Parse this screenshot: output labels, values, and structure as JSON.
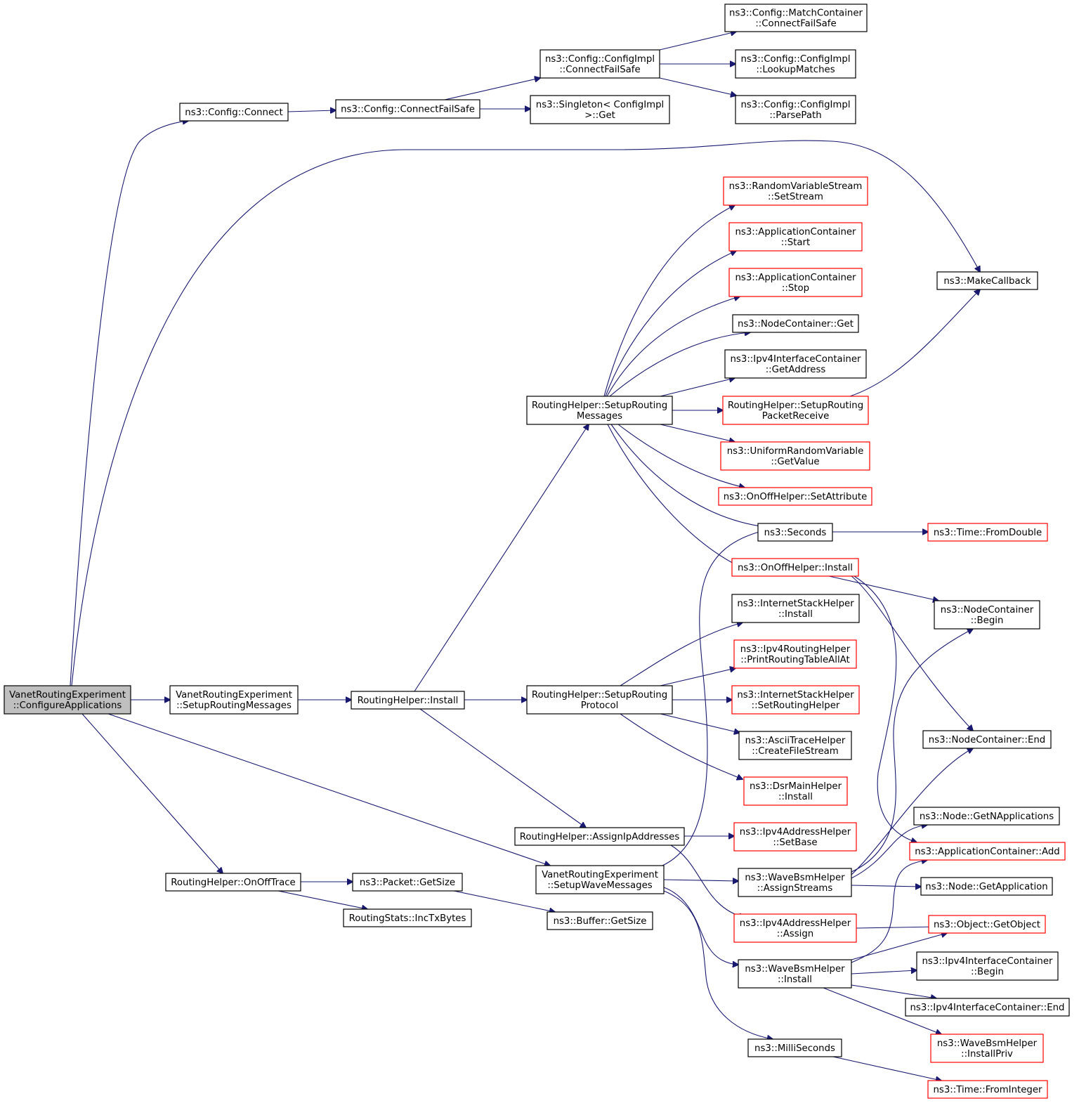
{
  "colors": {
    "edge": "#191970",
    "node_border": "#000000",
    "node_border_has_more": "#ff0000",
    "node_fill": "#ffffff",
    "root_fill": "#bfbfbf",
    "text": "#000000"
  },
  "nodes": {
    "root": {
      "lines": [
        "VanetRoutingExperiment",
        "::ConfigureApplications"
      ],
      "style": "root"
    },
    "cfg_connect": {
      "lines": [
        "ns3::Config::Connect"
      ],
      "style": "normal"
    },
    "cfg_cfs": {
      "lines": [
        "ns3::Config::ConnectFailSafe"
      ],
      "style": "normal"
    },
    "impl_cfs": {
      "lines": [
        "ns3::Config::ConfigImpl",
        "::ConnectFailSafe"
      ],
      "style": "normal"
    },
    "singleton_get": {
      "lines": [
        "ns3::Singleton< ConfigImpl",
        ">::Get"
      ],
      "style": "normal"
    },
    "match_cfs": {
      "lines": [
        "ns3::Config::MatchContainer",
        "::ConnectFailSafe"
      ],
      "style": "normal"
    },
    "lookup": {
      "lines": [
        "ns3::Config::ConfigImpl",
        "::LookupMatches"
      ],
      "style": "normal"
    },
    "parse": {
      "lines": [
        "ns3::Config::ConfigImpl",
        "::ParsePath"
      ],
      "style": "normal"
    },
    "make_cb": {
      "lines": [
        "ns3::MakeCallback"
      ],
      "style": "normal"
    },
    "rv_setstream": {
      "lines": [
        "ns3::RandomVariableStream",
        "::SetStream"
      ],
      "style": "more"
    },
    "ac_start": {
      "lines": [
        "ns3::ApplicationContainer",
        "::Start"
      ],
      "style": "more"
    },
    "ac_stop": {
      "lines": [
        "ns3::ApplicationContainer",
        "::Stop"
      ],
      "style": "more"
    },
    "nc_get": {
      "lines": [
        "ns3::NodeContainer::Get"
      ],
      "style": "normal"
    },
    "ipv4ic_getaddr": {
      "lines": [
        "ns3::Ipv4InterfaceContainer",
        "::GetAddress"
      ],
      "style": "normal"
    },
    "rh_setup_msgs": {
      "lines": [
        "RoutingHelper::SetupRouting",
        "Messages"
      ],
      "style": "normal"
    },
    "rh_pkt_recv": {
      "lines": [
        "RoutingHelper::SetupRouting",
        "PacketReceive"
      ],
      "style": "more"
    },
    "urv_getvalue": {
      "lines": [
        "ns3::UniformRandomVariable",
        "::GetValue"
      ],
      "style": "more"
    },
    "onoff_setattr": {
      "lines": [
        "ns3::OnOffHelper::SetAttribute"
      ],
      "style": "more"
    },
    "seconds": {
      "lines": [
        "ns3::Seconds"
      ],
      "style": "normal"
    },
    "time_fromdouble": {
      "lines": [
        "ns3::Time::FromDouble"
      ],
      "style": "more"
    },
    "onoff_install": {
      "lines": [
        "ns3::OnOffHelper::Install"
      ],
      "style": "more"
    },
    "nc_begin": {
      "lines": [
        "ns3::NodeContainer",
        "::Begin"
      ],
      "style": "normal"
    },
    "ish_install": {
      "lines": [
        "ns3::InternetStackHelper",
        "::Install"
      ],
      "style": "normal"
    },
    "ipv4rh_print": {
      "lines": [
        "ns3::Ipv4RoutingHelper",
        "::PrintRoutingTableAllAt"
      ],
      "style": "more"
    },
    "vre_setup_msgs": {
      "lines": [
        "VanetRoutingExperiment",
        "::SetupRoutingMessages"
      ],
      "style": "normal"
    },
    "rh_install": {
      "lines": [
        "RoutingHelper::Install"
      ],
      "style": "normal"
    },
    "rh_setup_proto": {
      "lines": [
        "RoutingHelper::SetupRouting",
        "Protocol"
      ],
      "style": "normal"
    },
    "ish_setrh": {
      "lines": [
        "ns3::InternetStackHelper",
        "::SetRoutingHelper"
      ],
      "style": "more"
    },
    "nc_end": {
      "lines": [
        "ns3::NodeContainer::End"
      ],
      "style": "normal"
    },
    "ath_create": {
      "lines": [
        "ns3::AsciiTraceHelper",
        "::CreateFileStream"
      ],
      "style": "normal"
    },
    "dsr_install": {
      "lines": [
        "ns3::DsrMainHelper",
        "::Install"
      ],
      "style": "more"
    },
    "node_getnapps": {
      "lines": [
        "ns3::Node::GetNApplications"
      ],
      "style": "normal"
    },
    "rh_assignip": {
      "lines": [
        "RoutingHelper::AssignIpAddresses"
      ],
      "style": "normal"
    },
    "ipv4ah_setbase": {
      "lines": [
        "ns3::Ipv4AddressHelper",
        "::SetBase"
      ],
      "style": "more"
    },
    "ac_add": {
      "lines": [
        "ns3::ApplicationContainer::Add"
      ],
      "style": "more"
    },
    "rh_onofftrace": {
      "lines": [
        "RoutingHelper::OnOffTrace"
      ],
      "style": "normal"
    },
    "pkt_getsize": {
      "lines": [
        "ns3::Packet::GetSize"
      ],
      "style": "normal"
    },
    "vre_setup_wave": {
      "lines": [
        "VanetRoutingExperiment",
        "::SetupWaveMessages"
      ],
      "style": "normal"
    },
    "wbh_assign": {
      "lines": [
        "ns3::WaveBsmHelper",
        "::AssignStreams"
      ],
      "style": "normal"
    },
    "node_getapp": {
      "lines": [
        "ns3::Node::GetApplication"
      ],
      "style": "normal"
    },
    "rs_inctx": {
      "lines": [
        "RoutingStats::IncTxBytes"
      ],
      "style": "normal"
    },
    "buf_getsize": {
      "lines": [
        "ns3::Buffer::GetSize"
      ],
      "style": "normal"
    },
    "ipv4ah_assign": {
      "lines": [
        "ns3::Ipv4AddressHelper",
        "::Assign"
      ],
      "style": "more"
    },
    "obj_getobject": {
      "lines": [
        "ns3::Object::GetObject"
      ],
      "style": "more"
    },
    "wbh_install": {
      "lines": [
        "ns3::WaveBsmHelper",
        "::Install"
      ],
      "style": "normal"
    },
    "ipv4ic_begin": {
      "lines": [
        "ns3::Ipv4InterfaceContainer",
        "::Begin"
      ],
      "style": "normal"
    },
    "ipv4ic_end": {
      "lines": [
        "ns3::Ipv4InterfaceContainer::End"
      ],
      "style": "normal"
    },
    "wbh_installpriv": {
      "lines": [
        "ns3::WaveBsmHelper",
        "::InstallPriv"
      ],
      "style": "more"
    },
    "milliseconds": {
      "lines": [
        "ns3::MilliSeconds"
      ],
      "style": "normal"
    },
    "time_frominteger": {
      "lines": [
        "ns3::Time::FromInteger"
      ],
      "style": "more"
    }
  },
  "edges": [
    [
      "root",
      "cfg_connect"
    ],
    [
      "root",
      "make_cb"
    ],
    [
      "root",
      "vre_setup_msgs"
    ],
    [
      "root",
      "rh_onofftrace"
    ],
    [
      "root",
      "vre_setup_wave"
    ],
    [
      "cfg_connect",
      "cfg_cfs"
    ],
    [
      "cfg_cfs",
      "impl_cfs"
    ],
    [
      "cfg_cfs",
      "singleton_get"
    ],
    [
      "impl_cfs",
      "match_cfs"
    ],
    [
      "impl_cfs",
      "lookup"
    ],
    [
      "impl_cfs",
      "parse"
    ],
    [
      "vre_setup_msgs",
      "rh_install"
    ],
    [
      "rh_install",
      "rh_setup_msgs"
    ],
    [
      "rh_install",
      "rh_setup_proto"
    ],
    [
      "rh_install",
      "rh_assignip"
    ],
    [
      "rh_setup_msgs",
      "rv_setstream"
    ],
    [
      "rh_setup_msgs",
      "ac_start"
    ],
    [
      "rh_setup_msgs",
      "ac_stop"
    ],
    [
      "rh_setup_msgs",
      "nc_get"
    ],
    [
      "rh_setup_msgs",
      "ipv4ic_getaddr"
    ],
    [
      "rh_setup_msgs",
      "rh_pkt_recv"
    ],
    [
      "rh_setup_msgs",
      "urv_getvalue"
    ],
    [
      "rh_setup_msgs",
      "onoff_setattr"
    ],
    [
      "rh_setup_msgs",
      "seconds"
    ],
    [
      "rh_setup_msgs",
      "onoff_install"
    ],
    [
      "rh_pkt_recv",
      "make_cb"
    ],
    [
      "seconds",
      "time_fromdouble"
    ],
    [
      "onoff_install",
      "nc_begin"
    ],
    [
      "onoff_install",
      "nc_end"
    ],
    [
      "onoff_install",
      "ac_add"
    ],
    [
      "rh_setup_proto",
      "ish_install"
    ],
    [
      "rh_setup_proto",
      "ipv4rh_print"
    ],
    [
      "rh_setup_proto",
      "ish_setrh"
    ],
    [
      "rh_setup_proto",
      "ath_create"
    ],
    [
      "rh_setup_proto",
      "dsr_install"
    ],
    [
      "rh_assignip",
      "ipv4ah_setbase"
    ],
    [
      "rh_assignip",
      "ipv4ah_assign"
    ],
    [
      "rh_onofftrace",
      "pkt_getsize"
    ],
    [
      "rh_onofftrace",
      "rs_inctx"
    ],
    [
      "pkt_getsize",
      "buf_getsize"
    ],
    [
      "vre_setup_wave",
      "seconds"
    ],
    [
      "vre_setup_wave",
      "wbh_assign"
    ],
    [
      "vre_setup_wave",
      "wbh_install"
    ],
    [
      "vre_setup_wave",
      "milliseconds"
    ],
    [
      "wbh_assign",
      "nc_begin"
    ],
    [
      "wbh_assign",
      "nc_end"
    ],
    [
      "wbh_assign",
      "node_getnapps"
    ],
    [
      "wbh_assign",
      "node_getapp"
    ],
    [
      "ipv4ah_assign",
      "obj_getobject"
    ],
    [
      "wbh_install",
      "ac_add"
    ],
    [
      "wbh_install",
      "obj_getobject"
    ],
    [
      "wbh_install",
      "ipv4ic_begin"
    ],
    [
      "wbh_install",
      "ipv4ic_end"
    ],
    [
      "wbh_install",
      "wbh_installpriv"
    ],
    [
      "milliseconds",
      "time_frominteger"
    ]
  ]
}
